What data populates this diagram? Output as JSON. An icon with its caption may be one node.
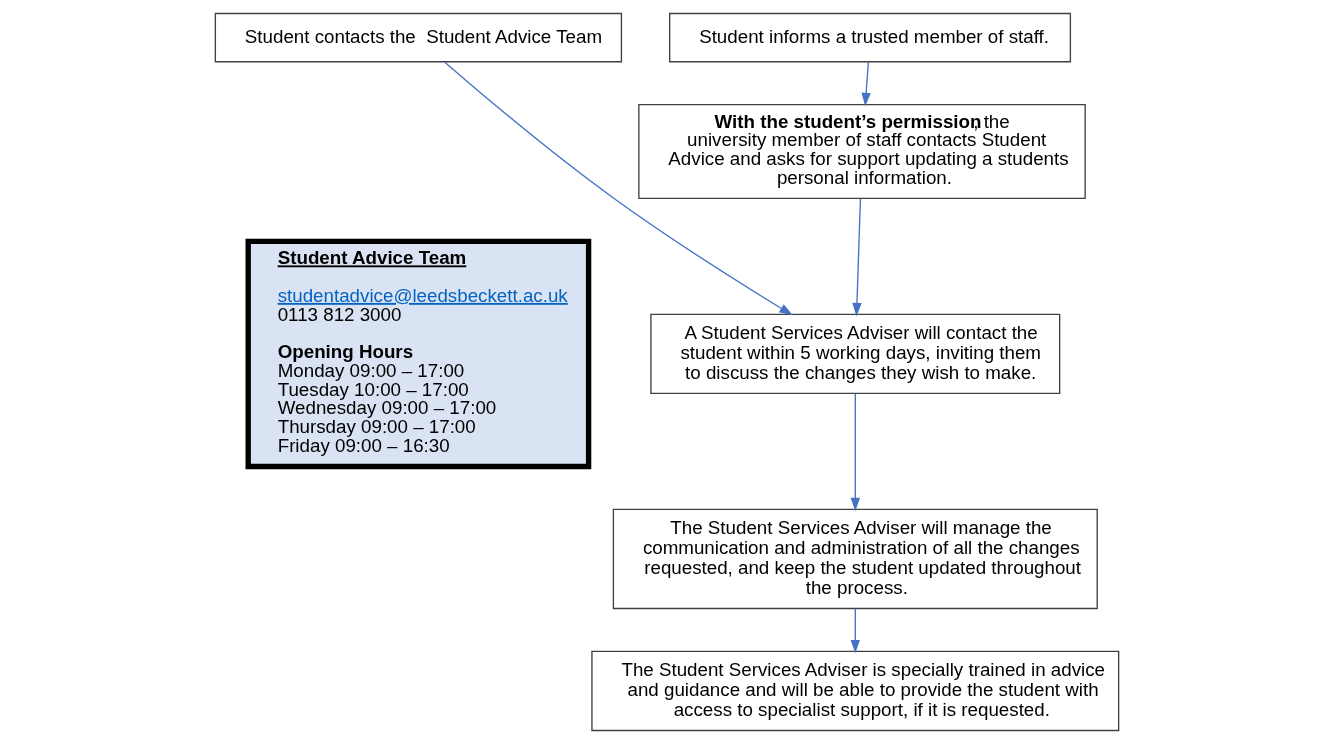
{
  "diagram": {
    "nodes": [
      {
        "text": [
          "Student contacts the  Student Advice Team"
        ]
      },
      {
        "text": [
          "Student informs a trusted member of staff."
        ]
      },
      {
        "text": [
          "**With the student’s permission**, the university member of staff contacts Student Advice and asks for support updating a students personal information."
        ]
      },
      {
        "text": [
          "A Student Services Adviser will contact the student within 5 working days, inviting them to discuss the changes they wish to make."
        ]
      },
      {
        "text": [
          "The Student Services Adviser will manage the communication and administration of all the changes requested, and keep the student updated throughout the process."
        ]
      },
      {
        "text": [
          "The Student Services Adviser is specially trained in advice and guidance and will be able to provide the student with access to specialist support, if it is requested."
        ]
      },
      {
        "text": [
          "Student Advice Team",
          "studentadvice@leedsbeckett.ac.uk",
          "0113 812 3000",
          "Opening Hours",
          "Monday 09:00 – 17:00",
          "Tuesday 10:00 – 17:00",
          "Wednesday 09:00 – 17:00",
          "Thursday 09:00 – 17:00",
          "Friday 09:00 – 16:30"
        ]
      }
    ],
    "edges": [
      {
        "from": 0,
        "to": 3,
        "arrow": "to"
      },
      {
        "from": 1,
        "to": 2,
        "arrow": "to"
      },
      {
        "from": 2,
        "to": 3,
        "arrow": "to"
      },
      {
        "from": 3,
        "to": 4,
        "arrow": "to"
      },
      {
        "from": 4,
        "to": 5,
        "arrow": "to"
      }
    ]
  }
}
